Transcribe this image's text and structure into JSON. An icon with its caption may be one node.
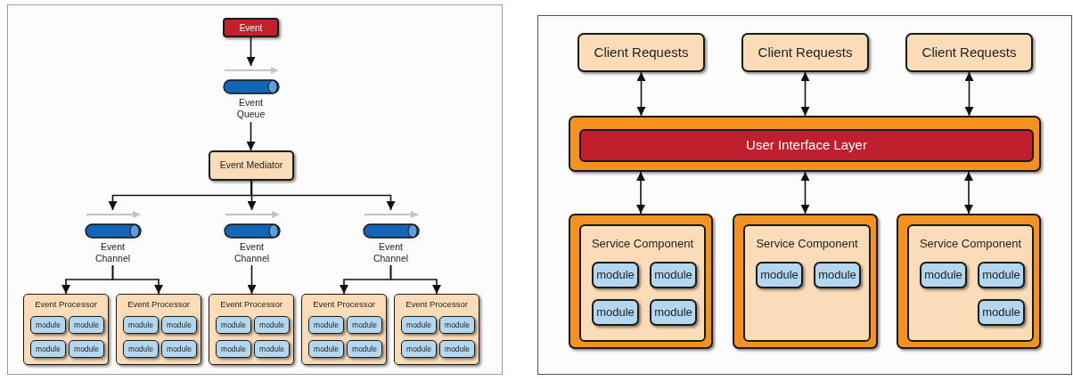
{
  "diagram": {
    "nodes": [
      {
        "text": [
          "Event"
        ]
      },
      {
        "text": [],
        "shape": "cylinder",
        "beside": [
          "Event Queue"
        ]
      },
      {
        "text": [
          "Event Mediator"
        ]
      },
      {
        "text": [],
        "shape": "cylinder",
        "beside": [
          "Event Channel"
        ]
      },
      {
        "text": [],
        "shape": "cylinder",
        "beside": [
          "Event Channel"
        ]
      },
      {
        "text": [],
        "shape": "cylinder",
        "beside": [
          "Event Channel"
        ]
      },
      {
        "text": [
          "Event Processor"
        ]
      },
      {
        "text": [
          "module"
        ],
        "in": 6
      },
      {
        "text": [
          "module"
        ],
        "in": 6
      },
      {
        "text": [
          "module"
        ],
        "in": 6
      },
      {
        "text": [
          "module"
        ],
        "in": 6
      },
      {
        "text": [
          "Event Processor"
        ]
      },
      {
        "text": [
          "module"
        ],
        "in": 11
      },
      {
        "text": [
          "module"
        ],
        "in": 11
      },
      {
        "text": [
          "module"
        ],
        "in": 11
      },
      {
        "text": [
          "module"
        ],
        "in": 11
      },
      {
        "text": [
          "Event Processor"
        ]
      },
      {
        "text": [
          "module"
        ],
        "in": 16
      },
      {
        "text": [
          "module"
        ],
        "in": 16
      },
      {
        "text": [
          "module"
        ],
        "in": 16
      },
      {
        "text": [
          "module"
        ],
        "in": 16
      },
      {
        "text": [
          "Event Processor"
        ]
      },
      {
        "text": [
          "module"
        ],
        "in": 21
      },
      {
        "text": [
          "module"
        ],
        "in": 21
      },
      {
        "text": [
          "module"
        ],
        "in": 21
      },
      {
        "text": [
          "module"
        ],
        "in": 21
      },
      {
        "text": [
          "Event Processor"
        ]
      },
      {
        "text": [
          "module"
        ],
        "in": 26
      },
      {
        "text": [
          "module"
        ],
        "in": 26
      },
      {
        "text": [
          "module"
        ],
        "in": 26
      },
      {
        "text": [
          "module"
        ],
        "in": 26
      },
      {
        "text": [
          "Client Requests"
        ]
      },
      {
        "text": [
          "Client Requests"
        ]
      },
      {
        "text": [
          "Client Requests"
        ]
      },
      {
        "text": [],
        "shape": "box"
      },
      {
        "text": [
          "User Interface Layer"
        ],
        "in": 34
      },
      {
        "text": [],
        "shape": "box"
      },
      {
        "text": [
          "Service Component"
        ],
        "in": 36
      },
      {
        "text": [
          "module"
        ],
        "in": 37
      },
      {
        "text": [
          "module"
        ],
        "in": 37
      },
      {
        "text": [
          "module"
        ],
        "in": 37
      },
      {
        "text": [
          "module"
        ],
        "in": 37
      },
      {
        "text": [],
        "shape": "box"
      },
      {
        "text": [
          "Service Component"
        ],
        "in": 42
      },
      {
        "text": [
          "module"
        ],
        "in": 43
      },
      {
        "text": [
          "module"
        ],
        "in": 43
      },
      {
        "text": [],
        "shape": "box"
      },
      {
        "text": [
          "Service Component"
        ],
        "in": 46
      },
      {
        "text": [
          "module"
        ],
        "in": 47
      },
      {
        "text": [
          "module"
        ],
        "in": 47
      },
      {
        "text": [
          "module"
        ],
        "in": 47
      }
    ],
    "edges": [
      {
        "from": 0,
        "to": 1,
        "arrow": "to"
      },
      {
        "from": 1,
        "to": 2,
        "arrow": "to"
      },
      {
        "from": 2,
        "to": 3,
        "arrow": "to"
      },
      {
        "from": 2,
        "to": 4,
        "arrow": "to"
      },
      {
        "from": 2,
        "to": 5,
        "arrow": "to"
      },
      {
        "from": 3,
        "to": 6,
        "arrow": "to"
      },
      {
        "from": 3,
        "to": 11,
        "arrow": "to"
      },
      {
        "from": 4,
        "to": 16,
        "arrow": "to"
      },
      {
        "from": 5,
        "to": 21,
        "arrow": "to"
      },
      {
        "from": 5,
        "to": 26,
        "arrow": "to"
      },
      {
        "from": 31,
        "to": 34,
        "arrow": "both"
      },
      {
        "from": 32,
        "to": 34,
        "arrow": "both"
      },
      {
        "from": 33,
        "to": 34,
        "arrow": "both"
      },
      {
        "from": 34,
        "to": 36,
        "arrow": "both"
      },
      {
        "from": 34,
        "to": 42,
        "arrow": "both"
      },
      {
        "from": 34,
        "to": 46,
        "arrow": "both"
      }
    ]
  }
}
